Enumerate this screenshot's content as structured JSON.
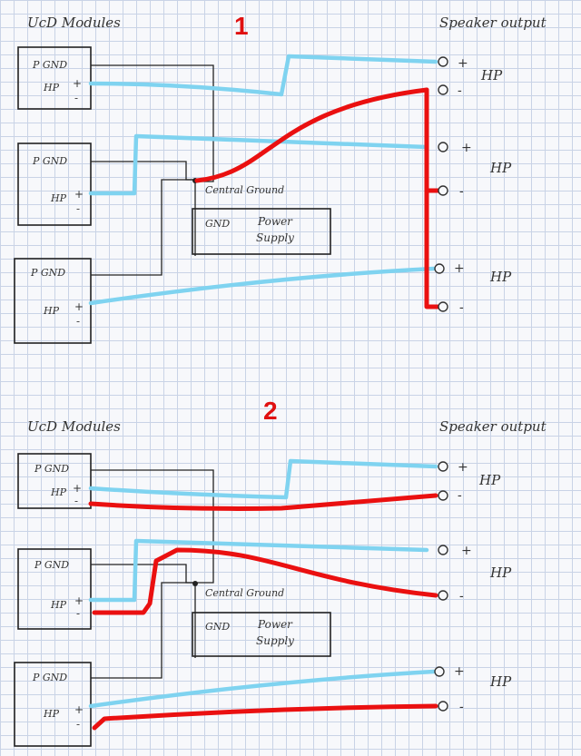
{
  "diagram1": {
    "number": "1",
    "left_title": "UcD Modules",
    "right_title": "Speaker output",
    "module_gnd": "P GND",
    "module_hp": "HP",
    "plus": "+",
    "minus": "-",
    "central_ground": "Central Ground",
    "psu_gnd": "GND",
    "psu_label_1": "Power",
    "psu_label_2": "Supply",
    "speaker_label": "HP"
  },
  "diagram2": {
    "number": "2",
    "left_title": "UcD Modules",
    "right_title": "Speaker output",
    "module_gnd": "P GND",
    "module_hp": "HP",
    "plus": "+",
    "minus": "-",
    "central_ground": "Central Ground",
    "psu_gnd": "GND",
    "psu_label_1": "Power",
    "psu_label_2": "Supply",
    "speaker_label": "HP"
  },
  "colors": {
    "positive_wire": "#7fd3f0",
    "negative_wire": "#ea1010",
    "ground_wire": "#222222"
  }
}
